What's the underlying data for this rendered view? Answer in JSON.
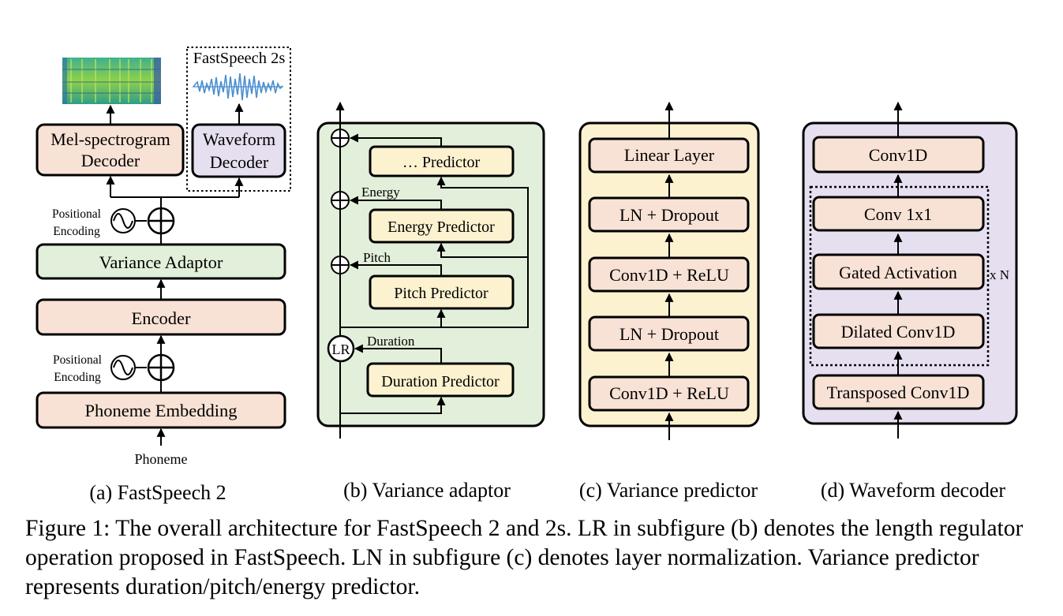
{
  "panel_a": {
    "waveform_group_label": "FastSpeech 2s",
    "mel_decoder": [
      "Mel-spectrogram",
      "Decoder"
    ],
    "waveform_decoder": [
      "Waveform",
      "Decoder"
    ],
    "positional_encoding_top": [
      "Positional",
      "Encoding"
    ],
    "variance_adaptor": "Variance Adaptor",
    "encoder": "Encoder",
    "positional_encoding_bottom": [
      "Positional",
      "Encoding"
    ],
    "phoneme_embedding": "Phoneme Embedding",
    "input": "Phoneme",
    "subcaption": "(a) FastSpeech 2"
  },
  "panel_b": {
    "other_predictor": "… Predictor",
    "energy_label": "Energy",
    "energy_predictor": "Energy Predictor",
    "pitch_label": "Pitch",
    "pitch_predictor": "Pitch Predictor",
    "lr_label": "LR",
    "duration_label": "Duration",
    "duration_predictor": "Duration Predictor",
    "subcaption": "(b) Variance adaptor"
  },
  "panel_c": {
    "linear": "Linear Layer",
    "ln_dropout_2": "LN + Dropout",
    "conv_relu_2": "Conv1D + ReLU",
    "ln_dropout_1": "LN + Dropout",
    "conv_relu_1": "Conv1D + ReLU",
    "subcaption": "(c) Variance predictor"
  },
  "panel_d": {
    "conv1d": "Conv1D",
    "conv1x1": "Conv 1x1",
    "gated": "Gated Activation",
    "repeat": "x N",
    "dilated": "Dilated Conv1D",
    "transposed": "Transposed Conv1D",
    "subcaption": "(d) Waveform decoder"
  },
  "caption": "Figure 1: The overall architecture for FastSpeech 2 and 2s. LR in subfigure (b) denotes the length regulator operation proposed in FastSpeech. LN in subfigure (c) denotes layer normalization. Variance predictor represents duration/pitch/energy predictor.",
  "colors": {
    "peach": "#f8e2d5",
    "green": "#e2efda",
    "lavender": "#e6dff0",
    "yellow": "#fdf2d0",
    "stroke": "#000000"
  }
}
